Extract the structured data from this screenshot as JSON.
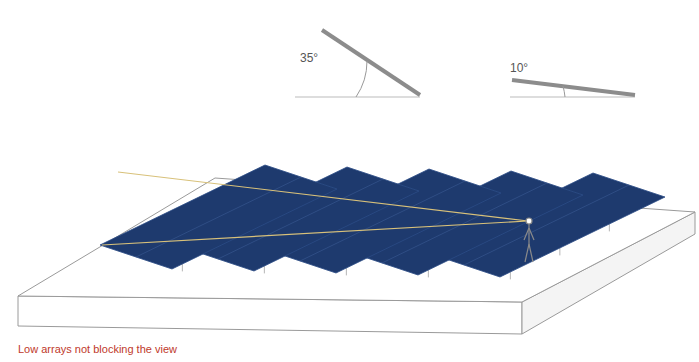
{
  "diagram": {
    "caption": "Low arrays not blocking the view",
    "labels": [
      "35°",
      "10°"
    ]
  }
}
